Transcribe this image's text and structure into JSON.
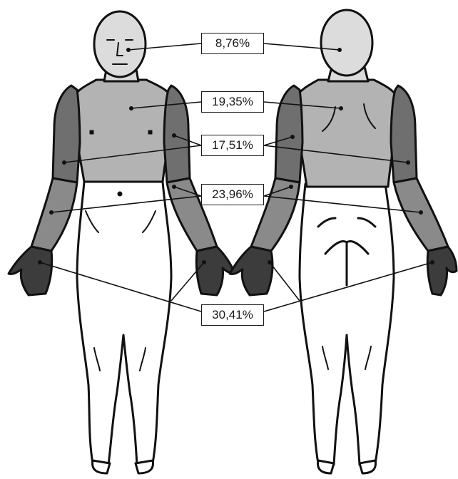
{
  "labels": {
    "head": "8,76%",
    "trunk": "19,35%",
    "upper_arm": "17,51%",
    "forearm": "23,96%",
    "hand": "30,41%"
  },
  "colors": {
    "outline": "#111111",
    "head": "#dcdcdc",
    "trunk": "#b3b3b3",
    "upper_arm": "#6f6f6f",
    "forearm": "#8a8a8a",
    "hand": "#3c3c3c",
    "body": "#ffffff"
  }
}
